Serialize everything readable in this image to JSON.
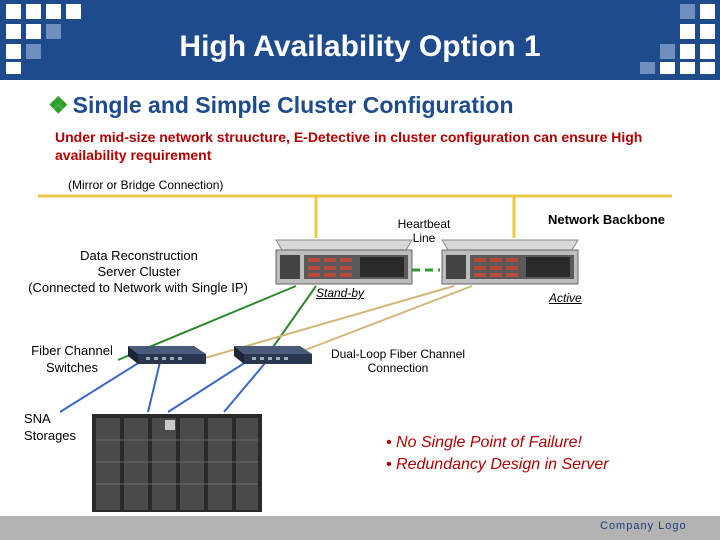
{
  "title": "High Availability Option 1",
  "subtitle": "Single and Simple Cluster Configuration",
  "description": "Under mid-size network struucture, E-Detective in cluster configuration can ensure High availability requirement",
  "connection_label": "(Mirror or Bridge Connection)",
  "heartbeat_label": "Heartbeat Line",
  "network_backbone_label": "Network Backbone",
  "cluster_label_line1": "Data Reconstruction Server Cluster",
  "cluster_label_line2": "(Connected to Network with Single IP)",
  "standby_label": "Stand-by",
  "active_label": "Active",
  "fiber_switch_label": "Fiber Channel Switches",
  "dual_loop_label": "Dual-Loop Fiber Channel Connection",
  "storage_label": "SNA Storages",
  "notes": [
    "• No Single Point of Failure!",
    "• Redundancy Design in Server"
  ],
  "company_logo": "Company Logo",
  "colors": {
    "header": "#1e4b8c",
    "network_line": "#e8c840",
    "heartbeat": "#2e9e2e",
    "red_text": "#b00000",
    "footer": "#b3b3b3"
  },
  "icons": [
    "diamond-bullet-icon",
    "server-icon",
    "switch-icon",
    "storage-rack-icon"
  ]
}
